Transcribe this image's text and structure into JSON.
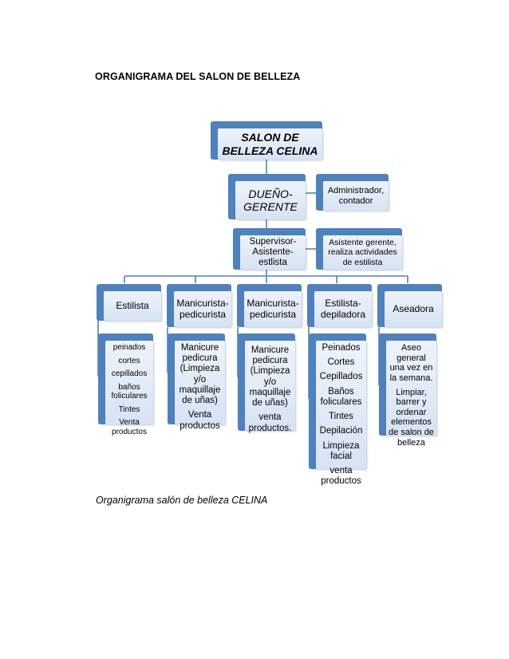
{
  "document": {
    "title": "ORGANIGRAMA DEL SALON DE BELLEZA",
    "caption": "Organigrama salón de belleza CELINA"
  },
  "org_chart": {
    "root": {
      "label": "SALON DE BELLEZA CELINA"
    },
    "owner": {
      "label": "DUEÑO-GERENTE"
    },
    "admin": {
      "label": "Administrador, contador"
    },
    "supervisor": {
      "label": "Supervisor-Asistente-estlista"
    },
    "assistant": {
      "label": "Asistente gerente, realiza actividades de estilista"
    },
    "departments": [
      {
        "label": "Estilista",
        "tasks": [
          "peinados",
          "cortes",
          "cepillados",
          "baños foliculares",
          "Tintes",
          "Venta productos"
        ]
      },
      {
        "label": "Manicurista-pedicurista",
        "tasks": [
          "Manicure pedicura (Limpieza y/o maquillaje de uñas)",
          "Venta productos"
        ]
      },
      {
        "label": "Manicurista-pedicurista",
        "tasks": [
          "Manicure pedicura (Limpieza y/o maquillaje de uñas)",
          "venta productos."
        ]
      },
      {
        "label": "Estilista-depiladora",
        "tasks": [
          "Peinados",
          "Cortes",
          "Cepillados",
          "Baños foliculares",
          "Tintes",
          "Depilación",
          "Limpieza facial",
          "venta productos"
        ]
      },
      {
        "label": "Aseadora",
        "tasks": [
          "Aseo general una vez en la semana.",
          "Limpiar, barrer y ordenar elementos de salon de belleza"
        ]
      }
    ]
  },
  "colors": {
    "accent": "#4f81bd",
    "node_fill": "#dce6f2",
    "connector": "#4f81bd"
  }
}
